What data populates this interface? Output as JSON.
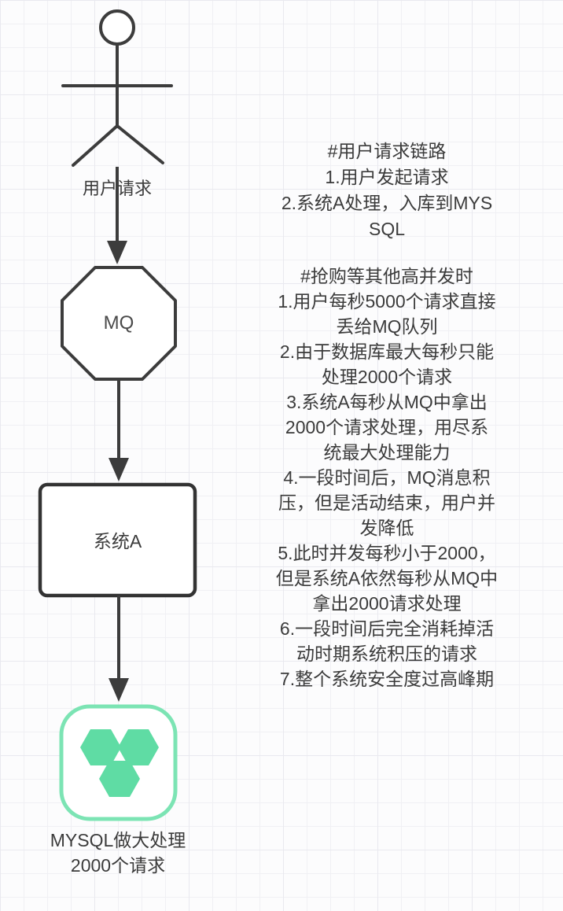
{
  "colors": {
    "line": "#3c3c3c",
    "text": "#3b3b3b",
    "grid_minor": "#f0f0f4",
    "grid_major": "#e9e9ef",
    "background": "#fcfcfd",
    "mysql_hexagon_fill": "#5fdca4",
    "mysql_border": "#7ce4b4"
  },
  "diagram": {
    "actor": {
      "label": "用户请求",
      "shape": "stick-figure"
    },
    "mq_node": {
      "label": "MQ",
      "shape": "octagon"
    },
    "system_node": {
      "label": "系统A",
      "shape": "rounded-rectangle"
    },
    "mysql_node": {
      "label": "MYSQL做大处理\n2000个请求",
      "icon": "mysql-hexagons-icon"
    }
  },
  "notes": {
    "block1": "#用户请求链路\n1.用户发起请求\n2.系统A处理，入库到MYS\nSQL",
    "block2": "#抢购等其他高并发时\n1.用户每秒5000个请求直接\n丢给MQ队列\n2.由于数据库最大每秒只能\n处理2000个请求\n3.系统A每秒从MQ中拿出\n2000个请求处理，用尽系\n统最大处理能力\n4.一段时间后，MQ消息积\n压，但是活动结束，用户并\n发降低\n5.此时并发每秒小于2000，\n但是系统A依然每秒从MQ中\n拿出2000请求处理\n6.一段时间后完全消耗掉活\n动时期系统积压的请求\n7.整个系统安全度过高峰期"
  }
}
